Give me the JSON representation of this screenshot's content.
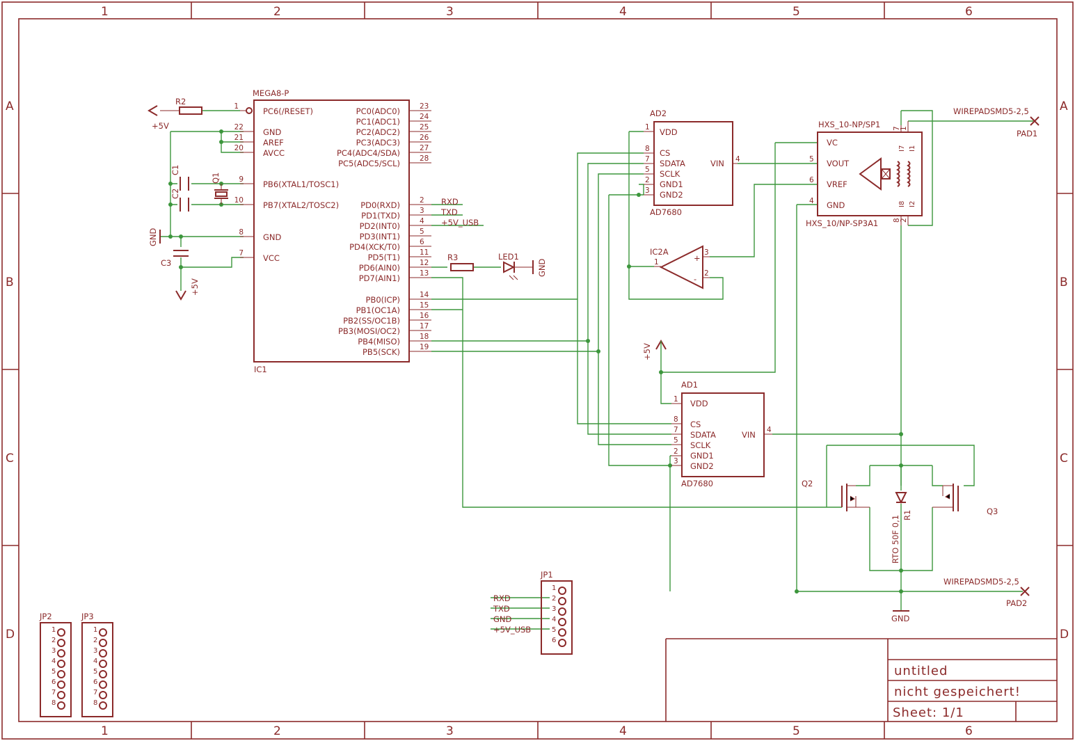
{
  "frame": {
    "columns": [
      "1",
      "2",
      "3",
      "4",
      "5",
      "6"
    ],
    "rows": [
      "A",
      "B",
      "C",
      "D"
    ]
  },
  "title_block": {
    "title": "untitled",
    "status": "nicht gespeichert!",
    "sheet": "Sheet: 1/1"
  },
  "ic1": {
    "name": "MEGA8-P",
    "ref": "IC1",
    "left_pins": [
      {
        "num": "1",
        "name": "PC6(/RESET)"
      },
      {
        "num": "22",
        "name": "GND"
      },
      {
        "num": "21",
        "name": "AREF"
      },
      {
        "num": "20",
        "name": "AVCC"
      },
      {
        "num": "9",
        "name": "PB6(XTAL1/TOSC1)"
      },
      {
        "num": "10",
        "name": "PB7(XTAL2/TOSC2)"
      },
      {
        "num": "8",
        "name": "GND"
      },
      {
        "num": "7",
        "name": "VCC"
      }
    ],
    "right_pins": [
      {
        "num": "23",
        "name": "PC0(ADC0)"
      },
      {
        "num": "24",
        "name": "PC1(ADC1)"
      },
      {
        "num": "25",
        "name": "PC2(ADC2)"
      },
      {
        "num": "26",
        "name": "PC3(ADC3)"
      },
      {
        "num": "27",
        "name": "PC4(ADC4/SDA)"
      },
      {
        "num": "28",
        "name": "PC5(ADC5/SCL)"
      },
      {
        "num": "2",
        "name": "PD0(RXD)"
      },
      {
        "num": "3",
        "name": "PD1(TXD)"
      },
      {
        "num": "4",
        "name": "PD2(INT0)"
      },
      {
        "num": "5",
        "name": "PD3(INT1)"
      },
      {
        "num": "6",
        "name": "PD4(XCK/T0)"
      },
      {
        "num": "11",
        "name": "PD5(T1)"
      },
      {
        "num": "12",
        "name": "PD6(AIN0)"
      },
      {
        "num": "13",
        "name": "PD7(AIN1)"
      },
      {
        "num": "14",
        "name": "PB0(ICP)"
      },
      {
        "num": "15",
        "name": "PB1(OC1A)"
      },
      {
        "num": "16",
        "name": "PB2(SS/OC1B)"
      },
      {
        "num": "17",
        "name": "PB3(MOSI/OC2)"
      },
      {
        "num": "18",
        "name": "PB4(MISO)"
      },
      {
        "num": "19",
        "name": "PB5(SCK)"
      }
    ],
    "net_rxd": "RXD",
    "net_txd": "TXD",
    "net_5v_usb": "+5V_USB"
  },
  "ad2": {
    "name": "AD2",
    "ref": "AD7680",
    "pins": [
      {
        "num": "1",
        "name": "VDD"
      },
      {
        "num": "8",
        "name": "CS"
      },
      {
        "num": "7",
        "name": "SDATA"
      },
      {
        "num": "5",
        "name": "SCLK"
      },
      {
        "num": "2",
        "name": "GND1"
      },
      {
        "num": "3",
        "name": "GND2"
      }
    ],
    "out_num": "4",
    "out_name": "VIN"
  },
  "ad1": {
    "name": "AD1",
    "ref": "AD7680",
    "pins": [
      {
        "num": "1",
        "name": "VDD"
      },
      {
        "num": "8",
        "name": "CS"
      },
      {
        "num": "7",
        "name": "SDATA"
      },
      {
        "num": "5",
        "name": "SCLK"
      },
      {
        "num": "2",
        "name": "GND1"
      },
      {
        "num": "3",
        "name": "GND2"
      }
    ],
    "out_num": "4",
    "out_name": "VIN"
  },
  "hxs": {
    "name": "HXS_10-NP/SP1",
    "ref": "HXS_10/NP-SP3A1",
    "pins": [
      {
        "num": "",
        "name": "VC"
      },
      {
        "num": "5",
        "name": "VOUT"
      },
      {
        "num": "6",
        "name": "VREF"
      },
      {
        "num": "4",
        "name": "GND"
      }
    ],
    "top_pins": [
      "7",
      "1"
    ],
    "bottom_pins": [
      "8",
      "2"
    ],
    "coil_labels": [
      "I7",
      "I1",
      "I8",
      "I2"
    ]
  },
  "ic2a": {
    "name": "IC2A",
    "pins": [
      "1",
      "3",
      "2"
    ],
    "plus": "+",
    "minus": "-"
  },
  "parts": {
    "r2": "R2",
    "r3": "R3",
    "led1": "LED1",
    "c1": "C1",
    "c2": "C2",
    "c3": "C3",
    "q1": "Q1",
    "q2": "Q2",
    "q3": "Q3",
    "r1": "R1",
    "r1_value": "RTO 50F 0,1",
    "pad1_name": "WIREPADSMD5-2,5",
    "pad1_ref": "PAD1",
    "pad2_name": "WIREPADSMD5-2,5",
    "pad2_ref": "PAD2"
  },
  "supplies": {
    "vcc_r2": "+5V",
    "gnd_left": "GND",
    "vcc_c3": "+5V",
    "gnd_led": "GND",
    "vcc_ad1": "+5V",
    "gnd_bottom": "GND"
  },
  "jp1": {
    "ref": "JP1",
    "pins": [
      "1",
      "2",
      "3",
      "4",
      "5",
      "6"
    ],
    "nets": [
      "RXD",
      "TXD",
      "GND",
      "+5V_USB"
    ]
  },
  "jp2": {
    "ref": "JP2",
    "pins": [
      "1",
      "2",
      "3",
      "4",
      "5",
      "6",
      "7",
      "8"
    ]
  },
  "jp3": {
    "ref": "JP3",
    "pins": [
      "1",
      "2",
      "3",
      "4",
      "5",
      "6",
      "7",
      "8"
    ]
  }
}
